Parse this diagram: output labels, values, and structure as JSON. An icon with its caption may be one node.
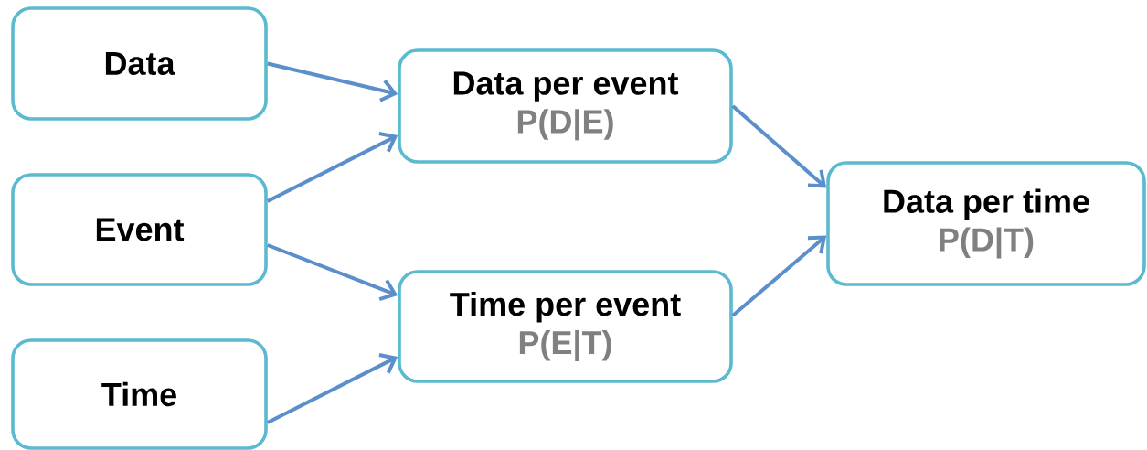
{
  "diagram": {
    "nodes": [
      {
        "text": [
          "Data"
        ]
      },
      {
        "text": [
          "Event"
        ]
      },
      {
        "text": [
          "Time"
        ]
      },
      {
        "text": [
          "Data per event",
          "P(D|E)"
        ]
      },
      {
        "text": [
          "Time per event",
          "P(E|T)"
        ]
      },
      {
        "text": [
          "Data per time",
          "P(D|T)"
        ]
      }
    ],
    "edges": [
      {
        "from": 0,
        "to": 3,
        "arrow": "to"
      },
      {
        "from": 1,
        "to": 3,
        "arrow": "to"
      },
      {
        "from": 1,
        "to": 4,
        "arrow": "to"
      },
      {
        "from": 2,
        "to": 4,
        "arrow": "to"
      },
      {
        "from": 3,
        "to": 5,
        "arrow": "to"
      },
      {
        "from": 4,
        "to": 5,
        "arrow": "to"
      }
    ]
  }
}
